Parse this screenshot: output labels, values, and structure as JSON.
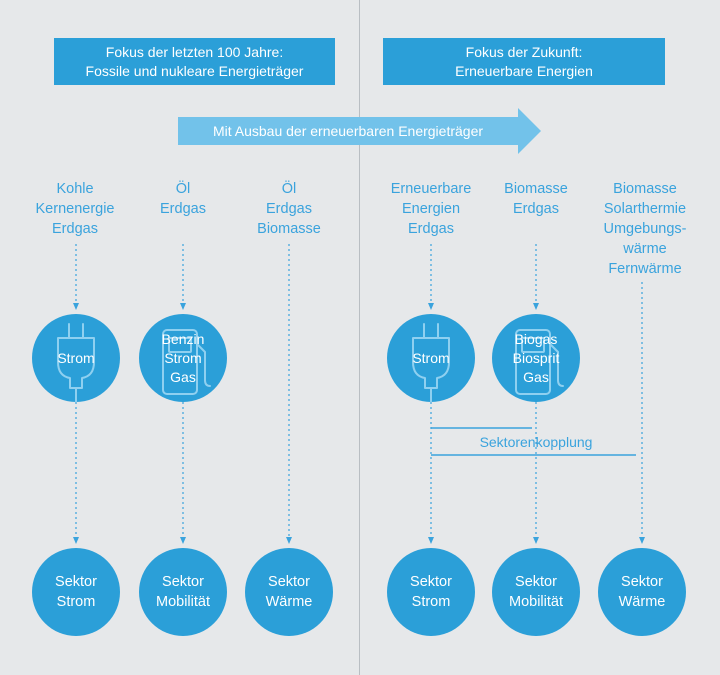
{
  "header_left": {
    "line1": "Fokus der letzten 100 Jahre:",
    "line2": "Fossile und nukleare Energieträger"
  },
  "header_right": {
    "line1": "Fokus der Zukunft:",
    "line2": "Erneuerbare Energien"
  },
  "arrow_label": "Mit Ausbau der erneuerbaren Energieträger",
  "sources": [
    [
      "Kohle",
      "Kernenergie",
      "Erdgas"
    ],
    [
      "Öl",
      "Erdgas"
    ],
    [
      "Öl",
      "Erdgas",
      "Biomasse"
    ],
    [
      "Erneuerbare",
      "Energien",
      "Erdgas"
    ],
    [
      "Biomasse",
      "Erdgas"
    ],
    [
      "Biomasse",
      "Solarthermie",
      "Umgebungs-",
      "wärme",
      "Fernwärme"
    ]
  ],
  "carriers": [
    [
      "Strom"
    ],
    [
      "Benzin",
      "Strom",
      "Gas"
    ],
    [
      "Strom"
    ],
    [
      "Biogas",
      "Biosprit",
      "Gas"
    ]
  ],
  "sectors": [
    [
      "Sektor",
      "Strom"
    ],
    [
      "Sektor",
      "Mobilität"
    ],
    [
      "Sektor",
      "Wärme"
    ],
    [
      "Sektor",
      "Strom"
    ],
    [
      "Sektor",
      "Mobilität"
    ],
    [
      "Sektor",
      "Wärme"
    ]
  ],
  "coupling_label": "Sektorenkopplung",
  "colors": {
    "accent": "#2b9fd8",
    "arrow": "#72c2ea",
    "text_blue": "#3aa3dd",
    "background": "#e6e8ea",
    "divider": "#b9bec3"
  },
  "icons": [
    "plug-icon",
    "fuel-pump-icon"
  ]
}
